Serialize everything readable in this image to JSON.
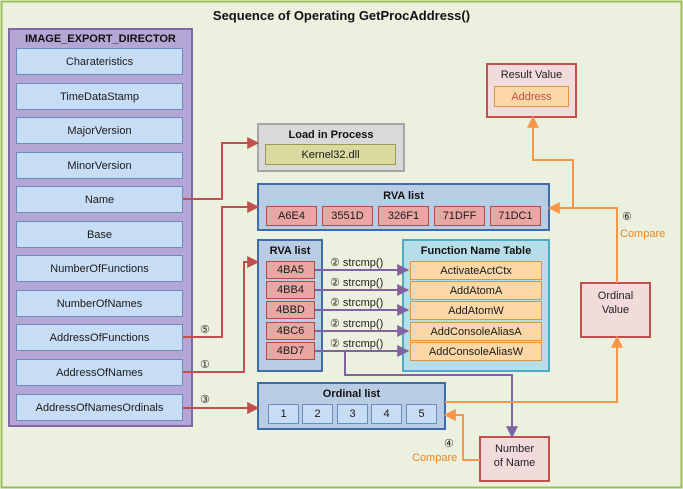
{
  "title": "Sequence of Operating GetProcAddress()",
  "export_directory": {
    "title": "IMAGE_EXPORT_DIRECTOR",
    "fields": [
      "Charateristics",
      "TimeDataStamp",
      "MajorVersion",
      "MinorVersion",
      "Name",
      "Base",
      "NumberOfFunctions",
      "NumberOfNames",
      "AddressOfFunctions",
      "AddressOfNames",
      "AddressOfNamesOrdinals"
    ]
  },
  "load_in_process": {
    "title": "Load in Process",
    "value": "Kernel32.dll"
  },
  "rva_list_top": {
    "title": "RVA list",
    "items": [
      "A6E4",
      "3551D",
      "326F1",
      "71DFF",
      "71DC1"
    ]
  },
  "rva_list_names": {
    "title": "RVA list",
    "items": [
      "4BA5",
      "4BB4",
      "4BBD",
      "4BC6",
      "4BD7"
    ]
  },
  "function_name_table": {
    "title": "Function Name Table",
    "items": [
      "ActivateActCtx",
      "AddAtomA",
      "AddAtomW",
      "AddConsoleAliasA",
      "AddConsoleAliasW"
    ]
  },
  "ordinal_list": {
    "title": "Ordinal list",
    "items": [
      "1",
      "2",
      "3",
      "4",
      "5"
    ]
  },
  "result_value": {
    "title": "Result Value",
    "value": "Address"
  },
  "ordinal_value": {
    "line1": "Ordinal",
    "line2": "Value"
  },
  "number_of_name": {
    "line1": "Number",
    "line2": "of Name"
  },
  "strcmp_label": "② strcmp()",
  "steps": {
    "s1": "①",
    "s3": "③",
    "s4": "④",
    "s5": "⑤",
    "s6": "⑥"
  },
  "compare_label": "Compare",
  "colors": {
    "red_arrow": "#c0504d",
    "purple_arrow": "#8064a2",
    "orange_arrow": "#f79646",
    "panel_green": "#ebf1de"
  }
}
